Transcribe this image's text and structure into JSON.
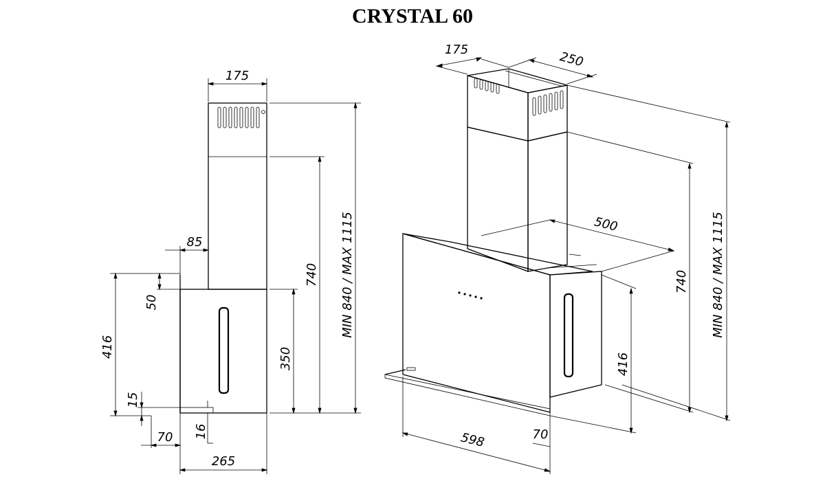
{
  "title": "CRYSTAL 60",
  "side_view": {
    "chimney_depth": "175",
    "hood_offset": "85",
    "height_range": "MIN 840 / MAX 1115",
    "lower_chimney": "740",
    "glass_height": "416",
    "top_gap": "50",
    "body_height": "350",
    "bottom_gap": "15",
    "front_offset": "70",
    "base_gap": "16",
    "total_depth": "265"
  },
  "iso_view": {
    "chimney_depth": "175",
    "chimney_width": "250",
    "hood_depth": "500",
    "lower_chimney": "740",
    "height_range": "MIN 840 / MAX 1115",
    "glass_height": "416",
    "width": "598",
    "front_offset": "70"
  }
}
